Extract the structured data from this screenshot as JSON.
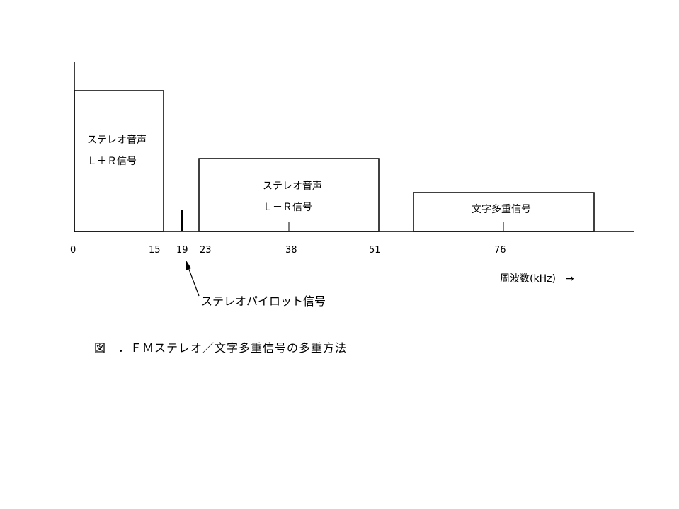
{
  "blocks": {
    "lr": {
      "line1": "ステレオ音声",
      "line2": "Ｌ＋Ｒ信号"
    },
    "lmr": {
      "line1": "ステレオ音声",
      "line2": "Ｌ－Ｒ信号"
    },
    "text": {
      "label": "文字多重信号"
    }
  },
  "ticks": [
    "0",
    "15",
    "19",
    "23",
    "38",
    "51",
    "76"
  ],
  "axis_label": "周波数(kHz)　→",
  "pilot_label": "ステレオパイロット信号",
  "caption": "図　．ＦＭステレオ／文字多重信号の多重方法"
}
